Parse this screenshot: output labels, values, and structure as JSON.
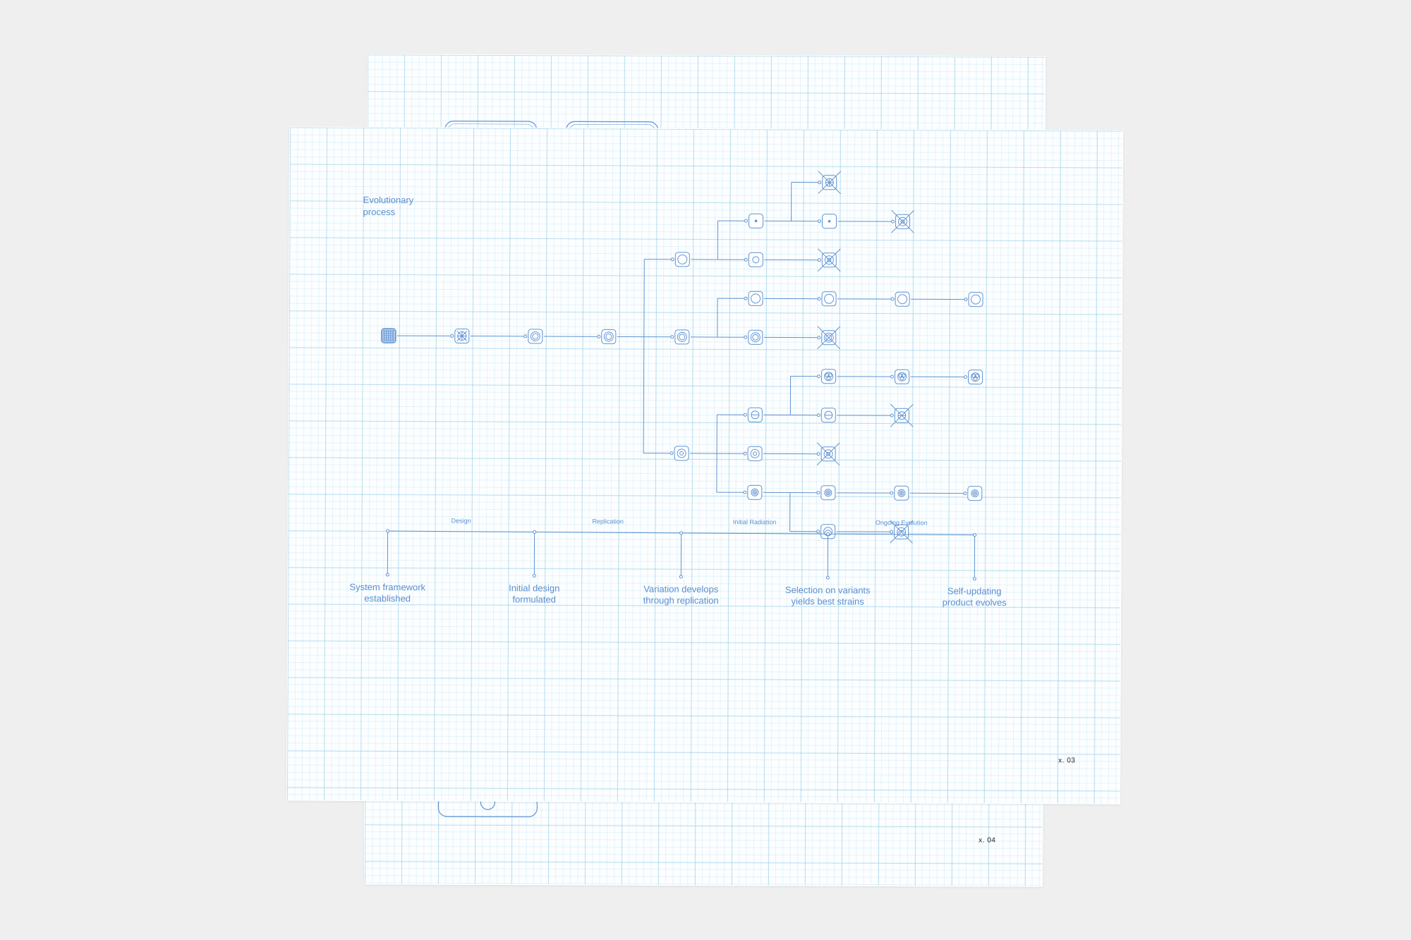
{
  "colors": {
    "line": "#5f93d3",
    "text": "#5a8ed0",
    "grid": "#a9d8ec",
    "background": "#efefef",
    "paper": "#fcfeff"
  },
  "diagram": {
    "title": "Evolutionary\nprocess"
  },
  "sheets": {
    "front_number": "x. 03",
    "back_number": "x. 04"
  },
  "timeline": {
    "phases": [
      "Design",
      "Replication",
      "Initial Radiation",
      "Ongoing Evolution"
    ],
    "milestones": [
      "System framework\nestablished",
      "Initial design\nformulated",
      "Variation develops\nthrough replication",
      "Selection on variants\nyields best strains",
      "Self-updating\nproduct evolves"
    ]
  },
  "tree": {
    "nodes": [
      {
        "id": "n0",
        "icon": "dense-grid-icon",
        "status": "alive"
      },
      {
        "id": "n1",
        "icon": "crosshatch-icon",
        "status": "alive"
      },
      {
        "id": "n2",
        "icon": "double-ring-icon",
        "status": "alive"
      },
      {
        "id": "n3",
        "icon": "double-ring-icon",
        "status": "alive"
      },
      {
        "id": "n4",
        "icon": "ring-icon",
        "status": "alive"
      },
      {
        "id": "n5",
        "icon": "double-ring-icon",
        "status": "alive"
      },
      {
        "id": "n6",
        "icon": "target-icon",
        "status": "alive"
      },
      {
        "id": "n7",
        "icon": "dot-icon",
        "status": "alive"
      },
      {
        "id": "n8",
        "icon": "small-ring-icon",
        "status": "alive"
      },
      {
        "id": "n9",
        "icon": "ring-icon",
        "status": "alive"
      },
      {
        "id": "n10",
        "icon": "double-ring-icon",
        "status": "alive"
      },
      {
        "id": "n11",
        "icon": "split-ring-icon",
        "status": "alive"
      },
      {
        "id": "n12",
        "icon": "target-icon",
        "status": "alive"
      },
      {
        "id": "n13",
        "icon": "bullseye-icon",
        "status": "alive"
      },
      {
        "id": "n14",
        "icon": "grid-ring-icon",
        "status": "extinct"
      },
      {
        "id": "n15",
        "icon": "dot-icon",
        "status": "alive"
      },
      {
        "id": "n16",
        "icon": "target-icon",
        "status": "extinct"
      },
      {
        "id": "n17",
        "icon": "ring-icon",
        "status": "alive"
      },
      {
        "id": "n18",
        "icon": "double-ring-icon",
        "status": "extinct"
      },
      {
        "id": "n19",
        "icon": "trefoil-icon",
        "status": "alive"
      },
      {
        "id": "n20",
        "icon": "split-ring-icon",
        "status": "alive"
      },
      {
        "id": "n21",
        "icon": "target-icon",
        "status": "extinct"
      },
      {
        "id": "n22",
        "icon": "bullseye-icon",
        "status": "alive"
      },
      {
        "id": "n23",
        "icon": "swirl-icon",
        "status": "alive"
      },
      {
        "id": "n24",
        "icon": "target-icon",
        "status": "extinct"
      },
      {
        "id": "n25",
        "icon": "ring-icon",
        "status": "alive"
      },
      {
        "id": "n26",
        "icon": "trefoil-icon",
        "status": "alive"
      },
      {
        "id": "n27",
        "icon": "split-ring-icon",
        "status": "extinct"
      },
      {
        "id": "n28",
        "icon": "bullseye-icon",
        "status": "alive"
      },
      {
        "id": "n29",
        "icon": "swirl-icon",
        "status": "extinct"
      },
      {
        "id": "n30",
        "icon": "ring-icon",
        "status": "alive"
      },
      {
        "id": "n31",
        "icon": "trefoil-icon",
        "status": "alive"
      },
      {
        "id": "n32",
        "icon": "bullseye-icon",
        "status": "alive"
      }
    ],
    "edges": [
      [
        "n0",
        "n1"
      ],
      [
        "n1",
        "n2"
      ],
      [
        "n2",
        "n3"
      ],
      [
        "n3",
        "n4"
      ],
      [
        "n3",
        "n5"
      ],
      [
        "n3",
        "n6"
      ],
      [
        "n4",
        "n7"
      ],
      [
        "n4",
        "n8"
      ],
      [
        "n5",
        "n9"
      ],
      [
        "n5",
        "n10"
      ],
      [
        "n6",
        "n11"
      ],
      [
        "n6",
        "n12"
      ],
      [
        "n6",
        "n13"
      ],
      [
        "n7",
        "n14"
      ],
      [
        "n7",
        "n15"
      ],
      [
        "n8",
        "n16"
      ],
      [
        "n9",
        "n17"
      ],
      [
        "n10",
        "n18"
      ],
      [
        "n11",
        "n19"
      ],
      [
        "n11",
        "n20"
      ],
      [
        "n12",
        "n21"
      ],
      [
        "n13",
        "n22"
      ],
      [
        "n13",
        "n23"
      ],
      [
        "n15",
        "n24"
      ],
      [
        "n17",
        "n25"
      ],
      [
        "n19",
        "n26"
      ],
      [
        "n20",
        "n27"
      ],
      [
        "n22",
        "n28"
      ],
      [
        "n23",
        "n29"
      ],
      [
        "n25",
        "n30"
      ],
      [
        "n26",
        "n31"
      ],
      [
        "n28",
        "n32"
      ]
    ]
  }
}
